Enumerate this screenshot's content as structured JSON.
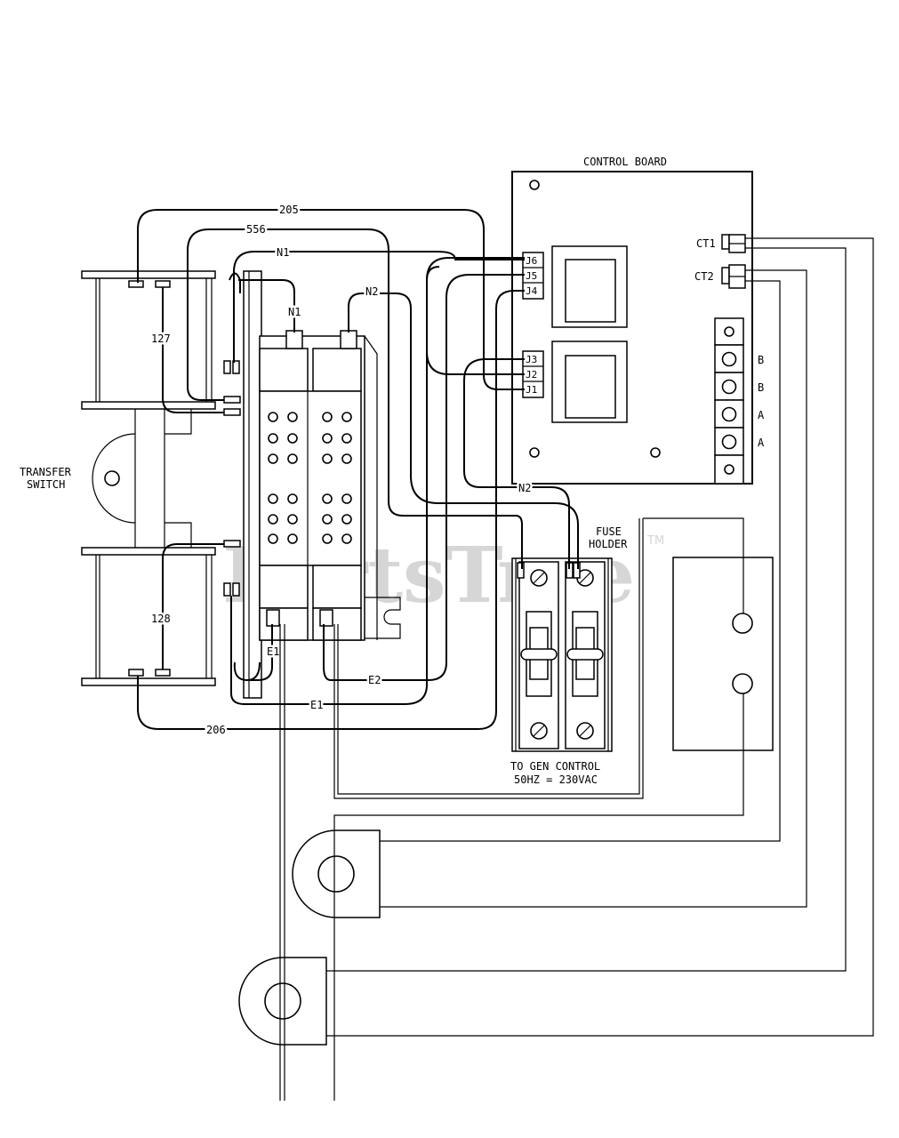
{
  "labels": {
    "control_board": "CONTROL BOARD",
    "transfer_switch_1": "TRANSFER",
    "transfer_switch_2": "SWITCH",
    "fuse_holder_1": "FUSE",
    "fuse_holder_2": "HOLDER",
    "to_gen_control_1": "TO GEN CONTROL",
    "to_gen_control_2": "50HZ = 230VAC",
    "ct1": "CT1",
    "ct2": "CT2",
    "j6": "J6",
    "j5": "J5",
    "j4": "J4",
    "j3": "J3",
    "j2": "J2",
    "j1": "J1",
    "term_b1": "B",
    "term_b2": "B",
    "term_a1": "A",
    "term_a2": "A"
  },
  "wires": {
    "w205": "205",
    "w556": "556",
    "wN1_top": "N1",
    "wN1_term": "N1",
    "wN2_top": "N2",
    "wN2_bottom": "N2",
    "w127": "127",
    "w128": "128",
    "wE1_term": "E1",
    "wE1_bottom": "E1",
    "wE2": "E2",
    "w206": "206"
  },
  "watermark": {
    "text": "PartsTree",
    "tm": "TM"
  }
}
